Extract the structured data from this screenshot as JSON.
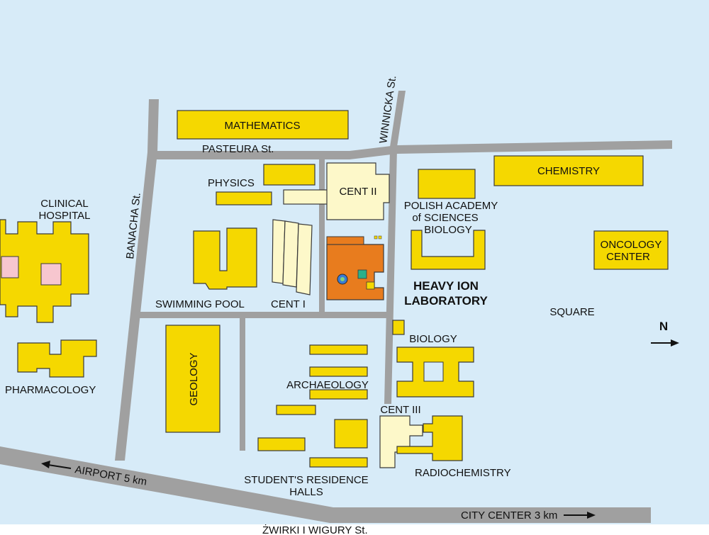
{
  "colors": {
    "background": "#d7ebf8",
    "road": "#a0a0a0",
    "building": "#f5d800",
    "cent_building": "#fdf8c9",
    "heavy_ion_lab": "#e87c1e",
    "hospital_courtyard": "#f7c6cf"
  },
  "compass": {
    "label": "N",
    "icon": "arrow-right-icon"
  },
  "streets": {
    "pasteura": "PASTEURA St.",
    "winnicka": "WINNICKA St.",
    "banacha": "BANACHA St.",
    "zwirki": "ŻWIRKI I WIGURY St.",
    "airport": "AIRPORT  5 km",
    "city_center": "CITY CENTER 3 km"
  },
  "buildings": {
    "mathematics": "MATHEMATICS",
    "chemistry": "CHEMISTRY",
    "physics": "PHYSICS",
    "cent_ii": "CENT II",
    "pas_line1": "POLISH ACADEMY",
    "pas_line2": "of SCIENCES",
    "pas_line3": "BIOLOGY",
    "oncology_line1": "ONCOLOGY",
    "oncology_line2": "CENTER",
    "clinical_line1": "CLINICAL",
    "clinical_line2": "HOSPITAL",
    "swimming_pool": "SWIMMING POOL",
    "cent_i": "CENT I",
    "heavy_ion_line1": "HEAVY ION",
    "heavy_ion_line2": "LABORATORY",
    "square": "SQUARE",
    "geology": "GEOLOGY",
    "biology": "BIOLOGY",
    "pharmacology": "PHARMACOLOGY",
    "archaeology": "ARCHAEOLOGY",
    "cent_iii": "CENT III",
    "residence_line1": "STUDENT'S RESIDENCE",
    "residence_line2": "HALLS",
    "radiochemistry": "RADIOCHEMISTRY"
  }
}
